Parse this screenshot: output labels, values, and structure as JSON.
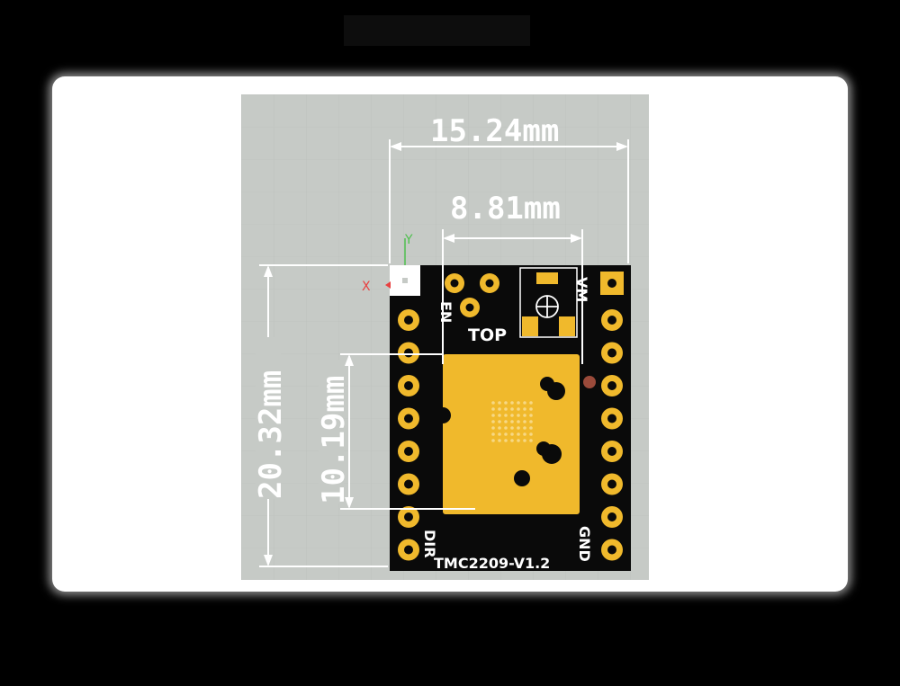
{
  "dimensions": {
    "overall_width": "15.24mm",
    "chip_width": "8.81mm",
    "overall_height": "20.32mm",
    "chip_height": "10.19mm"
  },
  "axes": {
    "x_label": "X",
    "y_label": "Y"
  },
  "board": {
    "top_label": "TOP",
    "name_label": "TMC2209-V1.2",
    "pin_en": "EN",
    "pin_vm": "VM",
    "pin_dir": "DIR",
    "pin_gnd": "GND"
  },
  "colors": {
    "background": "#c6cac6",
    "pcb": "#0a0a0a",
    "gold": "#f0b92c",
    "silk": "#ffffff",
    "axis_x": "#e84040",
    "axis_y": "#4ec04e"
  }
}
